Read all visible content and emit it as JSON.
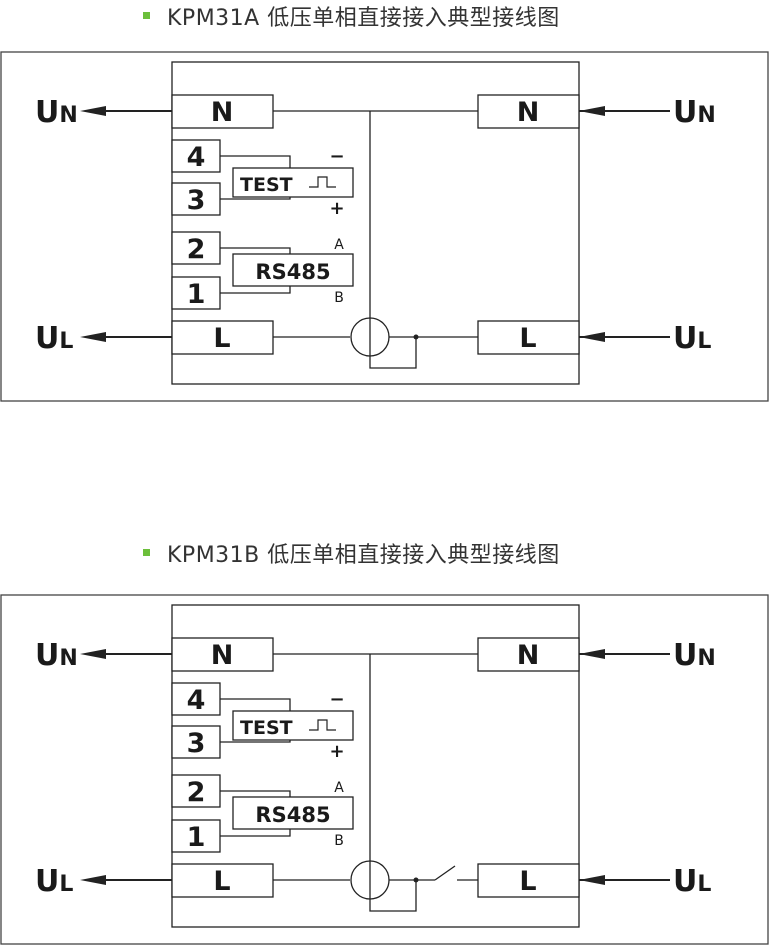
{
  "colors": {
    "bullet": "#6cbf3b",
    "line": "#222222",
    "frame": "#444444"
  },
  "diagrams": [
    {
      "title": "KPM31A 低压单相直接接入典型接线图",
      "has_switch": false,
      "terminals": {
        "n": "N",
        "l": "L",
        "t4": "4",
        "t3": "3",
        "t2": "2",
        "t1": "1"
      },
      "labels": {
        "un_main": "U",
        "un_sub": "N",
        "ul_main": "U",
        "ul_sub": "L",
        "test": "TEST",
        "rs485": "RS485",
        "minus": "−",
        "plus": "+",
        "a": "A",
        "b": "B"
      }
    },
    {
      "title": "KPM31B 低压单相直接接入典型接线图",
      "has_switch": true,
      "terminals": {
        "n": "N",
        "l": "L",
        "t4": "4",
        "t3": "3",
        "t2": "2",
        "t1": "1"
      },
      "labels": {
        "un_main": "U",
        "un_sub": "N",
        "ul_main": "U",
        "ul_sub": "L",
        "test": "TEST",
        "rs485": "RS485",
        "minus": "−",
        "plus": "+",
        "a": "A",
        "b": "B"
      }
    }
  ]
}
